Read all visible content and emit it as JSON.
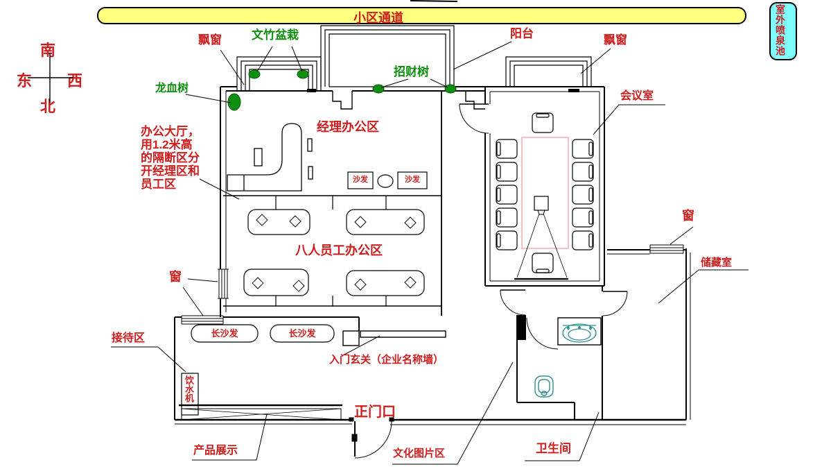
{
  "banner": {
    "text": "小区通道"
  },
  "fountain": {
    "text": "室外喷泉池"
  },
  "compass": {
    "south": "南",
    "east": "东",
    "west": "西",
    "north": "北"
  },
  "labels": {
    "bay_window_left": "飘窗",
    "asparagus_fern": "文竹盆栽",
    "balcony": "阳台",
    "bay_window_right": "飘窗",
    "meeting_room": "会议室",
    "dragon_blood_tree": "龙血树",
    "money_tree": "招财树",
    "manager_office": "经理办公区",
    "hall_note_lines": [
      "办公大厅，",
      "用1.2米高",
      "的隔断区分",
      "开经理区和",
      "员工区"
    ],
    "sofa_left": "沙发",
    "sofa_right": "沙发",
    "staff_office": "八人员工办公区",
    "window_left": "窗",
    "window_right": "窗",
    "storage_room": "储藏室",
    "reception": "接待区",
    "long_sofa_1": "长沙发",
    "long_sofa_2": "长沙发",
    "entrance_hall": "入门玄关（企业名称墙）",
    "water_dispenser": "饮水机",
    "main_door": "正门口",
    "product_display": "产品展示",
    "culture_area": "文化图片区",
    "bathroom": "卫生间"
  },
  "colors": {
    "label_red": "#cf1d1d",
    "plant_green": "#0f8f0f",
    "banner_yellow": "#ffff80",
    "fountain_cyan": "#7ffcfc",
    "table_pink": "#efb0b0",
    "fixture_teal": "#2e8f8f",
    "wall_black": "#000000"
  }
}
